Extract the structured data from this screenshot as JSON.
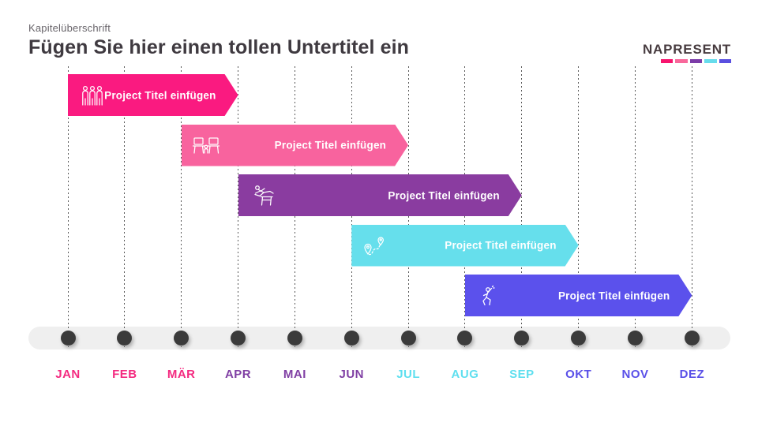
{
  "header": {
    "kicker": "Kapitelüberschrift",
    "title": "Fügen Sie hier einen tollen Untertitel ein"
  },
  "logo": {
    "text": "NAPRESENT",
    "bar_colors": [
      "#f7146e",
      "#f8689b",
      "#7c3ca8",
      "#67dcec",
      "#5a4fe0"
    ]
  },
  "chart_data": {
    "type": "bar",
    "subtype": "gantt-timeline",
    "title": "Fügen Sie hier einen tollen Untertitel ein",
    "legend": "none",
    "grid": "vertical-dotted",
    "categories": [
      "JAN",
      "FEB",
      "MÄR",
      "APR",
      "MAI",
      "JUN",
      "JUL",
      "AUG",
      "SEP",
      "OKT",
      "NOV",
      "DEZ"
    ],
    "category_colors": [
      "#f42a80",
      "#f42a80",
      "#f42a80",
      "#8040a4",
      "#8040a4",
      "#8040a4",
      "#5fdfef",
      "#5fdfef",
      "#5fdfef",
      "#5a50e8",
      "#5a50e8",
      "#5a50e8"
    ],
    "series": [
      {
        "name": "Project Titel einfügen",
        "icon": "team-icon",
        "color": "#fa1a80",
        "start": "JAN",
        "end": "APR",
        "start_index": 0,
        "end_index": 3
      },
      {
        "name": "Project Titel einfügen",
        "icon": "meeting-desks-icon",
        "color": "#f8639e",
        "start": "MÄR",
        "end": "JUL",
        "start_index": 2,
        "end_index": 6
      },
      {
        "name": "Project Titel einfügen",
        "icon": "hurdler-icon",
        "color": "#8a3ca0",
        "start": "APR",
        "end": "SEP",
        "start_index": 3,
        "end_index": 8
      },
      {
        "name": "Project Titel einfügen",
        "icon": "route-pins-icon",
        "color": "#66dfec",
        "start": "JUN",
        "end": "OKT",
        "start_index": 5,
        "end_index": 9
      },
      {
        "name": "Project Titel einfügen",
        "icon": "runner-icon",
        "color": "#5b51ec",
        "start": "AUG",
        "end": "DEZ",
        "start_index": 7,
        "end_index": 11
      }
    ]
  },
  "colors": {
    "background": "#ffffff",
    "track": "#efefef",
    "dot": "#3b3b3b",
    "gridline": "#3c3c3c",
    "title_text": "#3f3a40",
    "kicker_text": "#68646a",
    "logo_text": "#473b3f"
  }
}
